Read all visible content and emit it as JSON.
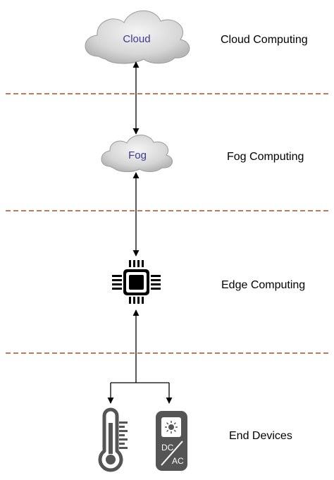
{
  "layers": {
    "cloud": "Cloud Computing",
    "fog": "Fog Computing",
    "edge": "Edge Computing",
    "end": "End Devices"
  },
  "nodes": {
    "cloud": "Cloud",
    "fog": "Fog",
    "converter_dc": "DC",
    "converter_ac": "AC"
  },
  "icons": {
    "cloud": "cloud-icon",
    "fog": "fog-cloud-icon",
    "edge": "microchip-icon",
    "sensor": "thermometer-icon",
    "converter": "dc-ac-converter-icon"
  },
  "colors": {
    "divider": "#a0522d",
    "cloud_fill": "#d4d4d4",
    "cloud_text": "#3d3a8c",
    "device": "#555555"
  }
}
